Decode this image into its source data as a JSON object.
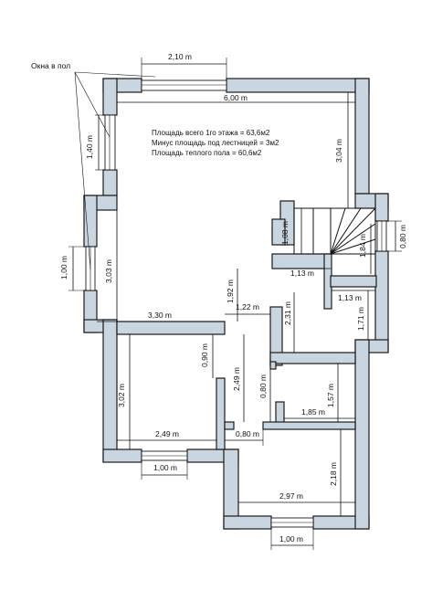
{
  "callout": {
    "windows_in_floor": "Окна в пол"
  },
  "notes": {
    "total_area": "Площадь всего 1го этажа = 63,6м2",
    "minus_stairs": "Минус площадь под лестницей = 3м2",
    "warm_floor": "Площадь теплого пола = 60,6м2"
  },
  "dims": {
    "top_window": "2,10 m",
    "top_width": "6,00 m",
    "left_window": "1,40 m",
    "right_upper_h": "3,04 m",
    "left_mid_window": "1,00 m",
    "left_room_h": "3,03 m",
    "stair_h": "1,08 m",
    "stair_right": "1,84 m",
    "right_window": "0,80 m",
    "stair_bottom_w": "1,13 m",
    "hall_h": "1,92 m",
    "right_small_w": "1,13 m",
    "bath_h": "2,31 m",
    "right_room_h": "1,71 m",
    "room_w": "3,30 m",
    "hall_w": "1,22 m",
    "door_h": "0,90 m",
    "corridor_h": "2,49 m",
    "lower_left_h": "3,02 m",
    "small_h": "0,80 m",
    "mid_h": "1,57 m",
    "mid_w": "1,85 m",
    "lower_left_w": "2,49 m",
    "door_w": "0,80 m",
    "bottom_left_window": "1,00 m",
    "lower_right_h": "2,18 m",
    "lower_right_w": "2,97 m",
    "bottom_right_window": "1,00 m"
  }
}
